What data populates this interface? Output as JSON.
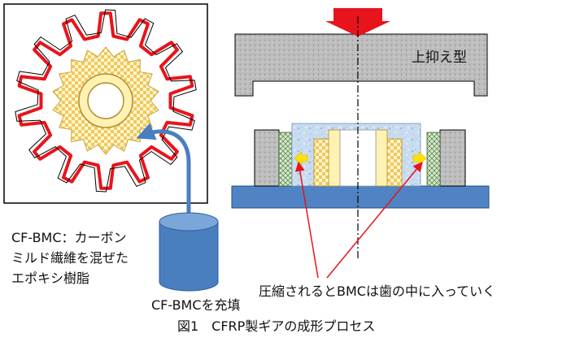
{
  "labels": {
    "upper_die": "上抑え型",
    "cf_bmc_line1": "CF-BMC：カーボン",
    "cf_bmc_line2": "ミルド繊維を混ぜた",
    "cf_bmc_line3": "エポキシ樹脂",
    "fill": "CF-BMCを充填",
    "compress_note": "圧縮されるとBMCは歯の中に入っていく",
    "caption": "図1　CFRP製ギアの成形プロセス"
  },
  "colors": {
    "gear_outline_red": "#e8141b",
    "mold_gray": "#b8b8b8",
    "base_blue": "#4f83c4",
    "bmc_blue": "#4a7fbf",
    "insert_cream": "#fff2b3",
    "material_light": "#cfe0f2",
    "arrow_red": "#e8141b",
    "push_arrow_yellow": "#ffe200"
  },
  "gear": {
    "teeth": 14,
    "inner_teeth": 18
  }
}
